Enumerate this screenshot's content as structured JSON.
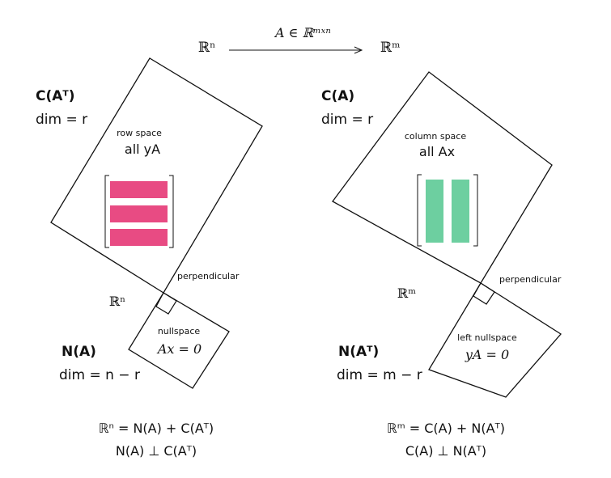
{
  "header": {
    "map": "A ∈ ℝᵐˣⁿ",
    "domain": "ℝⁿ",
    "codomain": "ℝᵐ"
  },
  "left": {
    "row_space": {
      "label_c": "C(Aᵀ)",
      "dim": "dim = r",
      "title": "row space",
      "subtitle": "all yA"
    },
    "perpendicular": "perpendicular",
    "space_label": "ℝⁿ",
    "nullspace": {
      "title": "nullspace",
      "equation": "Ax = 0",
      "label_n": "N(A)",
      "dim": "dim = n − r"
    },
    "eq1": "ℝⁿ = N(A) + C(Aᵀ)",
    "eq2": "N(A) ⊥ C(Aᵀ)"
  },
  "right": {
    "column_space": {
      "label_c": "C(A)",
      "dim": "dim = r",
      "title": "column space",
      "subtitle": "all Ax"
    },
    "perpendicular": "perpendicular",
    "space_label": "ℝᵐ",
    "left_nullspace": {
      "title": "left nullspace",
      "equation": "yA = 0",
      "label_n": "N(Aᵀ)",
      "dim": "dim = m − r"
    },
    "eq1": "ℝᵐ = C(A) + N(Aᵀ)",
    "eq2": "C(A) ⊥ N(Aᵀ)"
  },
  "colors": {
    "rows": "#e84b83",
    "columns": "#6dcfa0",
    "line": "#111111"
  }
}
